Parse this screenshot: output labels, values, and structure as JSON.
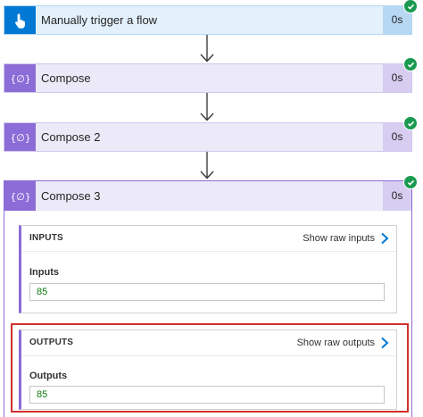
{
  "steps": [
    {
      "title": "Manually trigger a flow",
      "duration": "0s"
    },
    {
      "title": "Compose",
      "duration": "0s"
    },
    {
      "title": "Compose 2",
      "duration": "0s"
    },
    {
      "title": "Compose 3",
      "duration": "0s"
    }
  ],
  "inputs_panel": {
    "header": "INPUTS",
    "raw_link": "Show raw inputs",
    "field_label": "Inputs",
    "field_value": "85"
  },
  "outputs_panel": {
    "header": "OUTPUTS",
    "raw_link": "Show raw outputs",
    "field_label": "Outputs",
    "field_value": "85"
  },
  "icons": {
    "trigger": "hand-pointer-icon",
    "compose": "compose-braces-icon",
    "status": "success-check-icon",
    "arrow": "arrow-down-icon",
    "chevron": "chevron-right-icon"
  },
  "colors": {
    "trigger_accent": "#0078d4",
    "compose_accent": "#8c6cd6",
    "success": "#1a9a50",
    "highlight": "#d0312d",
    "value_text": "#107c10"
  }
}
